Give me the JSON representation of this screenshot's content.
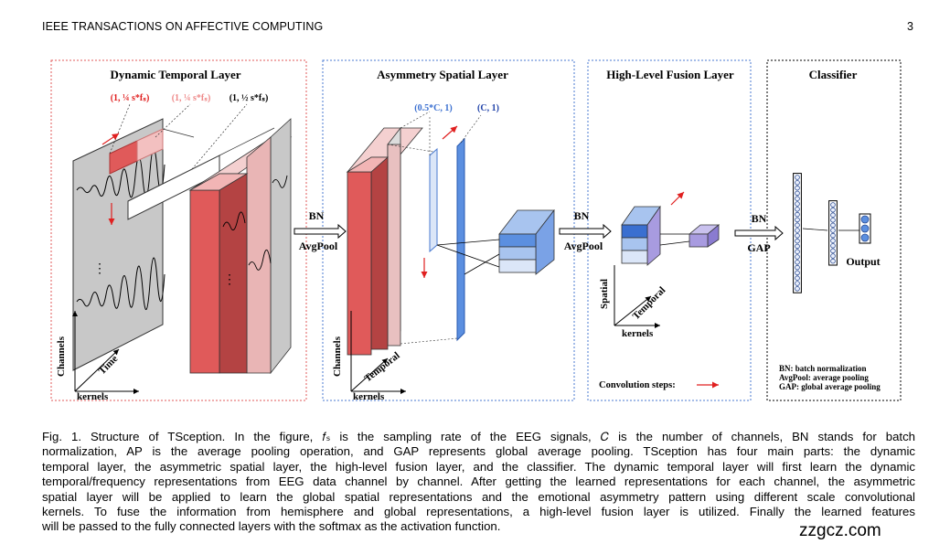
{
  "header": {
    "journal": "IEEE TRANSACTIONS ON AFFECTIVE COMPUTING",
    "page": "3"
  },
  "figure": {
    "panels": {
      "temporal": "Dynamic Temporal Layer",
      "spatial": "Asymmetry Spatial Layer",
      "fusion": "High-Level Fusion Layer",
      "classifier": "Classifier"
    },
    "kernel_labels": {
      "k1": "(1, ¼ s*fₛ)",
      "k2": "(1, ¼ s*fₛ)",
      "k3": "(1, ½ s*fₛ)",
      "s1": "(0.5*C, 1)",
      "s2": "(C, 1)"
    },
    "axes": {
      "channels": "Channels",
      "time": "Time",
      "kernels": "kernels",
      "temporal": "Temporal",
      "spatial": "Spatial"
    },
    "ops": {
      "bn": "BN",
      "avgpool": "AvgPool",
      "gap": "GAP"
    },
    "dots": "⋮",
    "output": "Output",
    "conv_steps": "Convolution steps:",
    "legend": [
      "BN: batch normalization",
      "AvgPool: average pooling",
      "GAP: global average pooling"
    ],
    "colors": {
      "red": "#e05a5a",
      "blue": "#3a6fd0",
      "lightblue": "#a8c4ef",
      "purple": "#a89be0",
      "pink_border": "#e06060",
      "blue_border": "#4a7ad0"
    }
  },
  "caption": {
    "lines": [
      "Fig. 1. Structure of TSception. In the figure, 𝑓ₛ is the sampling rate of the EEG signals, 𝐶 is the number of channels, BN stands for batch",
      "normalization, AP is the average pooling operation, and GAP represents global average pooling. TSception has four main parts: the dynamic",
      "temporal layer, the asymmetric spatial layer, the high-level fusion layer, and the classifier. The dynamic temporal layer will first learn the dynamic",
      "temporal/frequency representations from EEG data channel by channel. After getting the learned representations for each channel, the asymmetric",
      "spatial layer will be applied to learn the global spatial representations and the emotional asymmetry pattern using different scale convolutional",
      "kernels. To fuse the information from hemisphere and global representations, a high-level fusion layer is utilized. Finally the learned features",
      "will be passed to the fully connected layers with the softmax as the activation function."
    ]
  },
  "watermark": "zzgcz.com"
}
